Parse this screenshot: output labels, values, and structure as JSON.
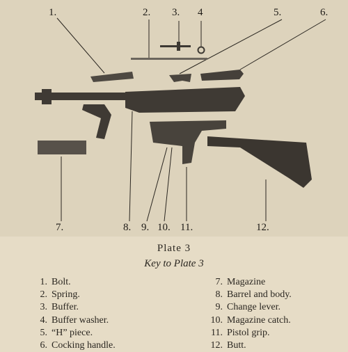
{
  "callouts": [
    "1.",
    "2.",
    "3.",
    "4",
    "5.",
    "6.",
    "7.",
    "8.",
    "9.",
    "10.",
    "11.",
    "12."
  ],
  "caption": {
    "title": "Plate 3",
    "key_title": "Key to Plate 3"
  },
  "key_left": [
    {
      "num": "1.",
      "label": "Bolt."
    },
    {
      "num": "2.",
      "label": "Spring."
    },
    {
      "num": "3.",
      "label": "Buffer."
    },
    {
      "num": "4.",
      "label": "Buffer washer."
    },
    {
      "num": "5.",
      "label": "“H” piece."
    },
    {
      "num": "6.",
      "label": "Cocking handle."
    }
  ],
  "key_right": [
    {
      "num": "7.",
      "label": "Magazine"
    },
    {
      "num": "8.",
      "label": "Barrel and body."
    },
    {
      "num": "9.",
      "label": "Change lever."
    },
    {
      "num": "10.",
      "label": "Magazine catch."
    },
    {
      "num": "11.",
      "label": "Pistol grip."
    },
    {
      "num": "12.",
      "label": "Butt."
    }
  ]
}
